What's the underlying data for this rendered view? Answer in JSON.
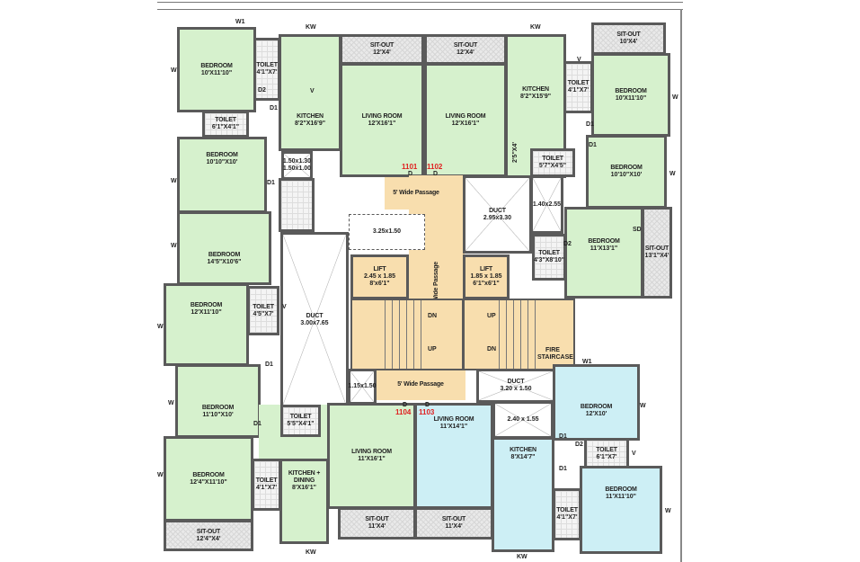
{
  "plan": {
    "units": {
      "u1101": "1101",
      "u1102": "1102",
      "u1103": "1103",
      "u1104": "1104"
    },
    "rooms": {
      "bed1": {
        "name": "BEDROOM",
        "dims": "10'X11'10\""
      },
      "toilet1": {
        "name": "TOILET",
        "dims": "4'1\"X7'"
      },
      "kitchen1": {
        "name": "KITCHEN",
        "dims": "8'2\"X16'9\""
      },
      "sitout1": {
        "name": "SIT-OUT",
        "dims": "12'X4'"
      },
      "living1": {
        "name": "LIVING ROOM",
        "dims": "12'X16'1\""
      },
      "toilet2": {
        "name": "TOILET",
        "dims": "6'1\"X4'1\""
      },
      "bed2": {
        "name": "BEDROOM",
        "dims": "10'10\"X10'"
      },
      "bed3": {
        "name": "BEDROOM",
        "dims": "14'5\"X10'6\""
      },
      "shaft1": {
        "name": "1.50x1.30",
        "dims": "1.50x1.00"
      },
      "sitout2": {
        "name": "SIT-OUT",
        "dims": "12'X4'"
      },
      "living2": {
        "name": "LIVING ROOM",
        "dims": "12'X16'1\""
      },
      "kitchen2": {
        "name": "KITCHEN",
        "dims": "8'2\"X15'9\""
      },
      "toilet3": {
        "name": "TOILET",
        "dims": "4'1\"X7'"
      },
      "sitout3": {
        "name": "SIT-OUT",
        "dims": "10'X4'"
      },
      "bed4": {
        "name": "BEDROOM",
        "dims": "10'X11'10\""
      },
      "bed5": {
        "name": "BEDROOM",
        "dims": "10'10\"X10'"
      },
      "bed6": {
        "name": "BEDROOM",
        "dims": "11'X13'1\""
      },
      "sitout4": {
        "name": "SIT-OUT",
        "dims": "13'1\"X4'"
      },
      "toilet4": {
        "name": "TOILET",
        "dims": "5'7\"X4'5\""
      },
      "toilet5": {
        "name": "TOILET",
        "dims": "4'3\"X8'10\""
      },
      "pass_small": {
        "name": "2'5\"X4'"
      },
      "duct1": {
        "name": "DUCT",
        "dims": "2.95x3.30"
      },
      "shaft2": {
        "name": "1.40x2.55"
      },
      "shaft3": {
        "name": "3.25x1.50"
      },
      "duct2": {
        "name": "DUCT",
        "dims": "3.00x7.65"
      },
      "lift1": {
        "name": "LIFT",
        "dims": "2.45 x 1.85",
        "sub": "8'x6'1\""
      },
      "lift2": {
        "name": "LIFT",
        "dims": "1.85 x 1.85",
        "sub": "6'1\"x6'1\""
      },
      "passage_top": {
        "name": "5' Wide Passage"
      },
      "passage_mid": {
        "name": "5'7\" Wide Passage"
      },
      "passage_bot": {
        "name": "5' Wide Passage"
      },
      "stair1": {
        "dn": "DN",
        "up": "UP"
      },
      "stair2": {
        "dn": "DN",
        "up": "UP",
        "name": "FIRE STAIRCASE"
      },
      "shaft4": {
        "name": "1.15x1.50"
      },
      "duct3": {
        "name": "DUCT",
        "dims": "3.20 x 1.50"
      },
      "shaft5": {
        "name": "2.40 x 1.55"
      },
      "bed7": {
        "name": "BEDROOM",
        "dims": "12'X11'10\""
      },
      "toilet6": {
        "name": "TOILET",
        "dims": "4'5\"X7'"
      },
      "bed8": {
        "name": "BEDROOM",
        "dims": "11'10\"X10'"
      },
      "bed9": {
        "name": "BEDROOM",
        "dims": "12'4\"X11'10\""
      },
      "sitout5": {
        "name": "SIT-OUT",
        "dims": "12'4\"X4'"
      },
      "toilet7": {
        "name": "TOILET",
        "dims": "4'1\"X7'"
      },
      "kitchen3": {
        "name": "KITCHEN + DINING",
        "dims": "8'X16'1\""
      },
      "toilet8": {
        "name": "TOILET",
        "dims": "5'5\"X4'1\""
      },
      "living3": {
        "name": "LIVING ROOM",
        "dims": "11'X16'1\""
      },
      "sitout6": {
        "name": "SIT-OUT",
        "dims": "11'X4'"
      },
      "living4": {
        "name": "LIVING ROOM",
        "dims": "11'X14'1\""
      },
      "sitout7": {
        "name": "SIT-OUT",
        "dims": "11'X4'"
      },
      "kitchen4": {
        "name": "KITCHEN",
        "dims": "8'X14'7\""
      },
      "bed10": {
        "name": "BEDROOM",
        "dims": "12'X10'"
      },
      "toilet9": {
        "name": "TOILET",
        "dims": "6'1\"X7'"
      },
      "bed11": {
        "name": "BEDROOM",
        "dims": "11'X11'10\""
      },
      "toilet10": {
        "name": "TOILET",
        "dims": "4'1\"X7'"
      }
    },
    "marks": {
      "w": "W",
      "w1": "W1",
      "kw": "KW",
      "v": "V",
      "d": "D",
      "d1": "D1",
      "d2": "D2",
      "sd": "SD"
    },
    "colors": {
      "unit_green": "#d6f1cd",
      "unit_blue": "#cdeff5",
      "core": "#f8deae",
      "door_number": "#e02020"
    }
  }
}
